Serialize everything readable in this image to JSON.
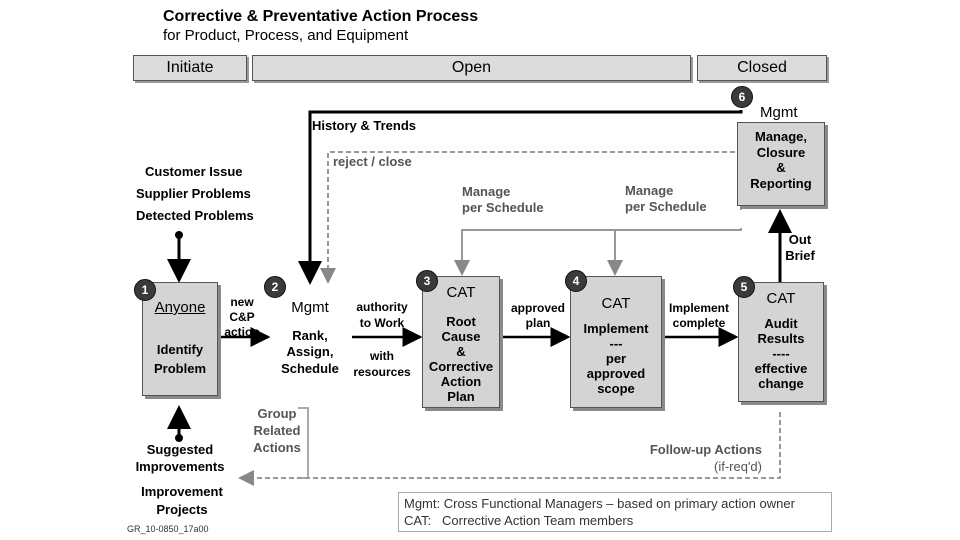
{
  "title": "Corrective & Preventative Action Process",
  "subtitle": "for Product, Process, and Equipment",
  "phases": {
    "initiate": "Initiate",
    "open": "Open",
    "closed": "Closed"
  },
  "steps": {
    "s1": {
      "number": "1",
      "head": "Anyone",
      "lines": [
        "Identify",
        "Problem"
      ]
    },
    "s2": {
      "number": "2",
      "head": "Mgmt",
      "lines": [
        "Rank,",
        "Assign,",
        "Schedule"
      ]
    },
    "s3": {
      "number": "3",
      "head": "CAT",
      "lines": [
        "Root",
        "Cause",
        "&",
        "Corrective",
        "Action",
        "Plan"
      ]
    },
    "s4": {
      "number": "4",
      "head": "CAT",
      "lines": [
        "Implement",
        "---",
        "per",
        "approved",
        "scope"
      ]
    },
    "s5": {
      "number": "5",
      "head": "CAT",
      "lines": [
        "Audit",
        "Results",
        "----",
        "effective",
        "change"
      ]
    },
    "s6": {
      "number": "6",
      "head": "Mgmt",
      "lines": [
        "Manage,",
        "Closure",
        "&",
        "Reporting"
      ]
    }
  },
  "inputs": [
    "Customer Issue",
    "Supplier Problems",
    "Detected Problems"
  ],
  "outputs": [
    "Suggested",
    "Improvements"
  ],
  "improvement_projects": [
    "Improvement",
    "Projects"
  ],
  "labels": {
    "history_trends": "History & Trends",
    "reject_close": "reject / close",
    "manage_schedule_1": [
      "Manage",
      "per Schedule"
    ],
    "manage_schedule_2": [
      "Manage",
      "per Schedule"
    ],
    "out_brief": [
      "Out",
      "Brief"
    ],
    "new_cp_action": [
      "new",
      "C&P",
      "action"
    ],
    "authority": [
      "authority",
      "to Work"
    ],
    "with_resources": [
      "with",
      "resources"
    ],
    "approved_plan": [
      "approved",
      "plan"
    ],
    "implement_complete": [
      "Implement",
      "complete"
    ],
    "group_related": [
      "Group",
      "Related",
      "Actions"
    ],
    "followup": [
      "Follow-up Actions",
      "(if-req'd)"
    ]
  },
  "legend": [
    "Mgmt: Cross Functional Managers – based on primary action owner",
    "CAT:   Corrective Action Team members"
  ],
  "doc_id": "GR_10-0850_17a00"
}
